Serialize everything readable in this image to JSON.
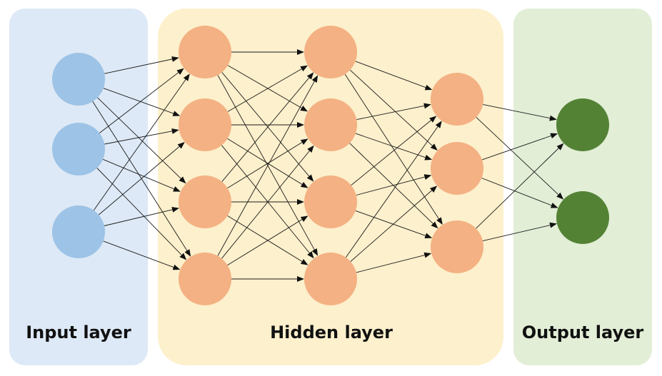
{
  "panels": {
    "input": {
      "label": "Input layer",
      "color": "#dde9f6"
    },
    "hidden": {
      "label": "Hidden layer",
      "color": "#fdf0cc"
    },
    "output": {
      "label": "Output layer",
      "color": "#e2eed6"
    }
  },
  "network": {
    "layer_sizes": [
      3,
      4,
      4,
      3,
      2
    ],
    "node_colors": {
      "input": "#9dc3e6",
      "hidden": "#f4b183",
      "output": "#548235"
    },
    "edge_color": "#1a1a1a",
    "connectivity": "fully-connected"
  }
}
